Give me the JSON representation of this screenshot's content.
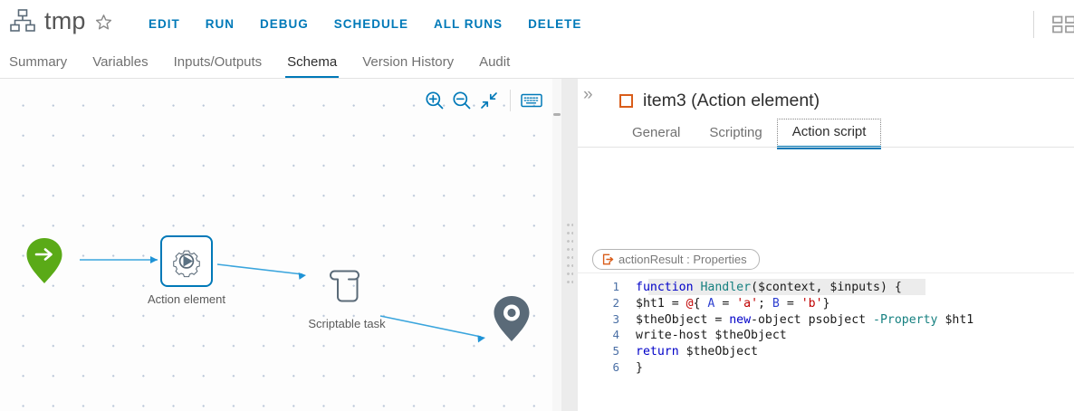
{
  "topbar": {
    "icon": "workflow-hierarchy-icon",
    "title": "tmp",
    "favorite_icon": "star-icon",
    "actions": [
      {
        "label": "EDIT",
        "name": "edit"
      },
      {
        "label": "RUN",
        "name": "run"
      },
      {
        "label": "DEBUG",
        "name": "debug"
      },
      {
        "label": "SCHEDULE",
        "name": "schedule"
      },
      {
        "label": "ALL RUNS",
        "name": "all-runs"
      },
      {
        "label": "DELETE",
        "name": "delete"
      }
    ],
    "grid_icon": "grid-layout-icon",
    "accent": "#0079b8"
  },
  "tabs": [
    {
      "label": "Summary",
      "active": false
    },
    {
      "label": "Variables",
      "active": false
    },
    {
      "label": "Inputs/Outputs",
      "active": false
    },
    {
      "label": "Schema",
      "active": true
    },
    {
      "label": "Version History",
      "active": false
    },
    {
      "label": "Audit",
      "active": false
    }
  ],
  "canvas": {
    "toolbar": [
      {
        "name": "zoom-in-icon",
        "label": "Zoom in"
      },
      {
        "name": "zoom-out-icon",
        "label": "Zoom out"
      },
      {
        "name": "fit-to-screen-icon",
        "label": "Fit to screen"
      },
      {
        "name": "keyboard-shortcuts-icon",
        "label": "Keyboard shortcuts"
      }
    ],
    "nodes": [
      {
        "name": "start-node",
        "label": "",
        "type": "start",
        "color": "#5aaa17"
      },
      {
        "name": "action-element-node",
        "label": "Action element",
        "type": "action",
        "selected": true,
        "color": "#0079b8"
      },
      {
        "name": "scriptable-task-node",
        "label": "Scriptable task",
        "type": "scriptable",
        "selected": false,
        "color": "#5a6a78"
      },
      {
        "name": "end-node",
        "label": "",
        "type": "end",
        "color": "#5a6a78"
      }
    ],
    "connector_color": "#3aa5dd"
  },
  "panel": {
    "collapse_icon": "chevron-double-right-icon",
    "element_icon": "action-element-square-icon",
    "title": "item3 (Action element)",
    "tabs": [
      {
        "label": "General",
        "active": false
      },
      {
        "label": "Scripting",
        "active": false
      },
      {
        "label": "Action script",
        "active": true
      }
    ],
    "chip": {
      "icon": "output-binding-icon",
      "text": "actionResult : Properties"
    }
  },
  "code": {
    "language": "powershell",
    "lines": [
      {
        "n": "1",
        "tokens": [
          {
            "t": "function",
            "c": "k"
          },
          {
            "t": " ",
            "c": ""
          },
          {
            "t": "Handler",
            "c": "fn"
          },
          {
            "t": "($context, $inputs) {",
            "c": ""
          }
        ]
      },
      {
        "n": "2",
        "tokens": [
          {
            "t": "$ht1 = ",
            "c": ""
          },
          {
            "t": "@",
            "c": "at"
          },
          {
            "t": "{ ",
            "c": ""
          },
          {
            "t": "A",
            "c": "prop"
          },
          {
            "t": " = ",
            "c": ""
          },
          {
            "t": "'a'",
            "c": "str"
          },
          {
            "t": "; ",
            "c": ""
          },
          {
            "t": "B",
            "c": "prop"
          },
          {
            "t": " = ",
            "c": ""
          },
          {
            "t": "'b'",
            "c": "str"
          },
          {
            "t": "}",
            "c": ""
          }
        ]
      },
      {
        "n": "3",
        "tokens": [
          {
            "t": "$theObject = ",
            "c": ""
          },
          {
            "t": "new",
            "c": "k"
          },
          {
            "t": "-object psobject ",
            "c": ""
          },
          {
            "t": "-Property",
            "c": "param"
          },
          {
            "t": " $ht1",
            "c": ""
          }
        ]
      },
      {
        "n": "4",
        "tokens": [
          {
            "t": "write-host $theObject",
            "c": ""
          }
        ]
      },
      {
        "n": "5",
        "tokens": [
          {
            "t": "return",
            "c": "k"
          },
          {
            "t": " $theObject",
            "c": ""
          }
        ]
      },
      {
        "n": "6",
        "tokens": [
          {
            "t": "}",
            "c": ""
          }
        ]
      }
    ]
  }
}
